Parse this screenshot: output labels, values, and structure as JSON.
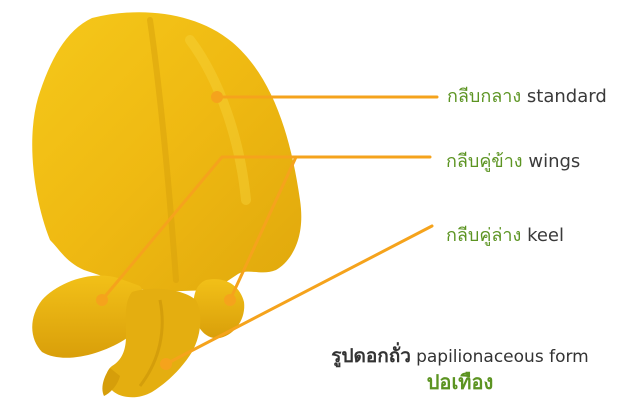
{
  "labels": {
    "standard": {
      "th": "กลีบกลาง",
      "en": "standard"
    },
    "wings": {
      "th": "กลีบคู่ข้าง",
      "en": "wings"
    },
    "keel": {
      "th": "กลีบคู่ล่าง",
      "en": "keel"
    }
  },
  "caption": {
    "form_th": "รูปดอกถั่ว",
    "form_en": "papilionaceous form",
    "plant_name": "ปอเทือง"
  },
  "colors": {
    "petal": "#f2c014",
    "petal_shade": "#d9a50e",
    "leader_line": "#f5a31c",
    "label_green": "#5c9422",
    "text_dark": "#333333"
  }
}
